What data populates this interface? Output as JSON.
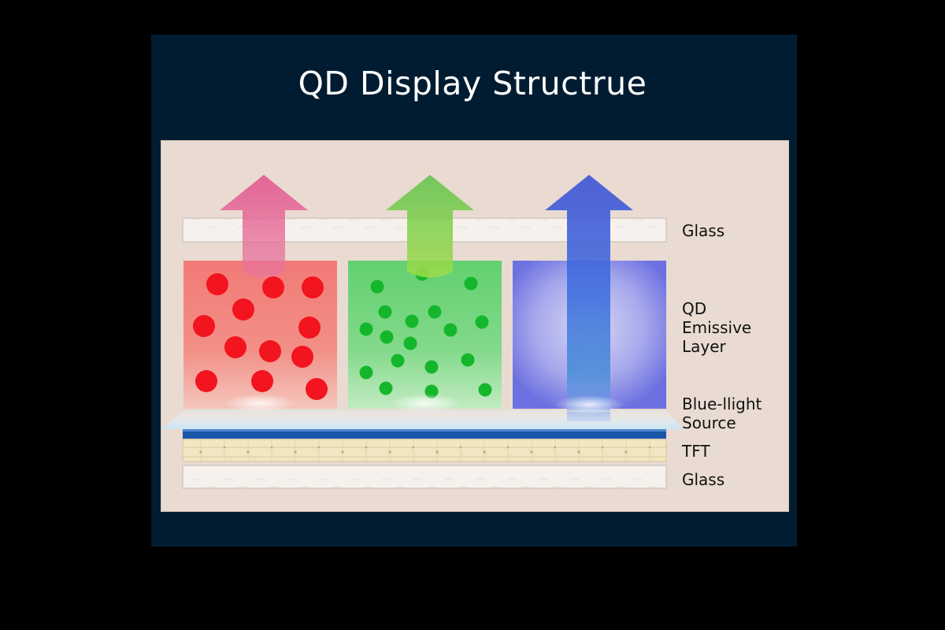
{
  "diagram": {
    "title": "QD Display Structrue",
    "labels": {
      "glass_top": "Glass",
      "qd_emissive": [
        "QD",
        "Emissive",
        "Layer"
      ],
      "blue_light": [
        "Blue-llight",
        "Source"
      ],
      "tft": "TFT",
      "glass_bottom": "Glass"
    },
    "colors": {
      "background": "#000000",
      "card": "#011c31",
      "panel": "#e9dbd1",
      "red_dots": "#f2141e",
      "green_dots": "#14b72c",
      "blue_strip": "#1b57a8"
    },
    "subpixels": [
      "red",
      "green",
      "blue"
    ]
  }
}
